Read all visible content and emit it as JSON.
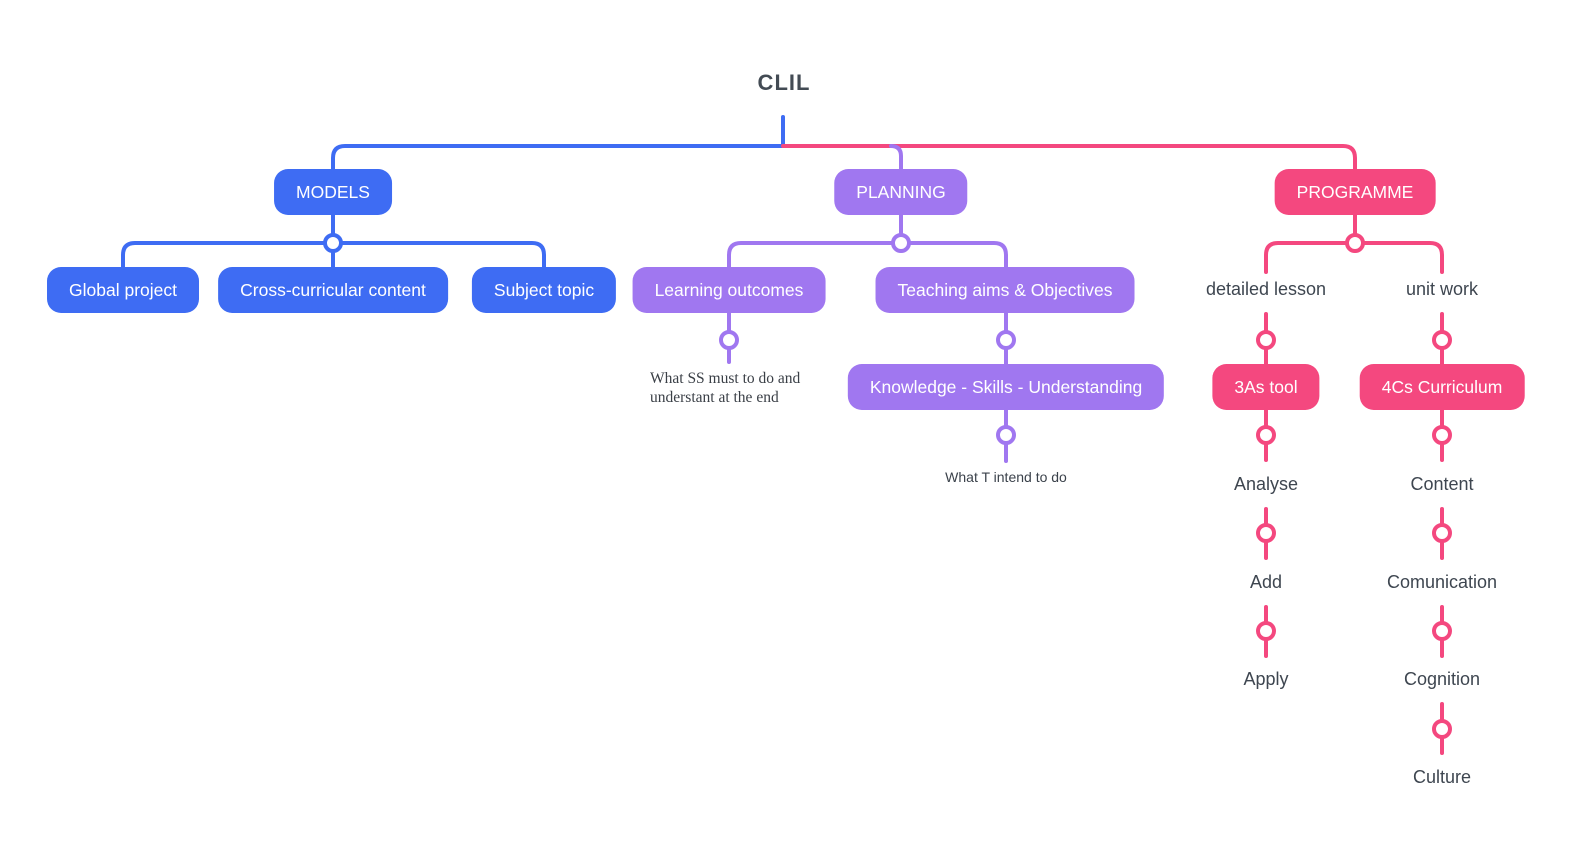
{
  "colors": {
    "blue": "#3E6CF3",
    "purple": "#A077F0",
    "pink": "#F4487F",
    "label_text": "#3E4650",
    "box_text": "#FFFFFF"
  },
  "root": {
    "label": "CLIL"
  },
  "models": {
    "label": "MODELS",
    "children": [
      {
        "label": "Global project"
      },
      {
        "label": "Cross-curricular content"
      },
      {
        "label": "Subject topic"
      }
    ]
  },
  "planning": {
    "label": "PLANNING",
    "learning_outcomes": {
      "label": "Learning outcomes",
      "note": "What SS must to do and understant at the end"
    },
    "teaching_aims": {
      "label": "Teaching aims & Objectives",
      "child": {
        "label": "Knowledge - Skills - Understanding",
        "note": "What T intend to do"
      }
    }
  },
  "programme": {
    "label": "PROGRAMME",
    "detailed_lesson": {
      "label": "detailed lesson",
      "tool": "3As tool",
      "steps": [
        {
          "label": "Analyse"
        },
        {
          "label": "Add"
        },
        {
          "label": "Apply"
        }
      ]
    },
    "unit_work": {
      "label": "unit work",
      "tool": "4Cs Curriculum",
      "steps": [
        {
          "label": "Content"
        },
        {
          "label": "Comunication"
        },
        {
          "label": "Cognition"
        },
        {
          "label": "Culture"
        }
      ]
    }
  }
}
